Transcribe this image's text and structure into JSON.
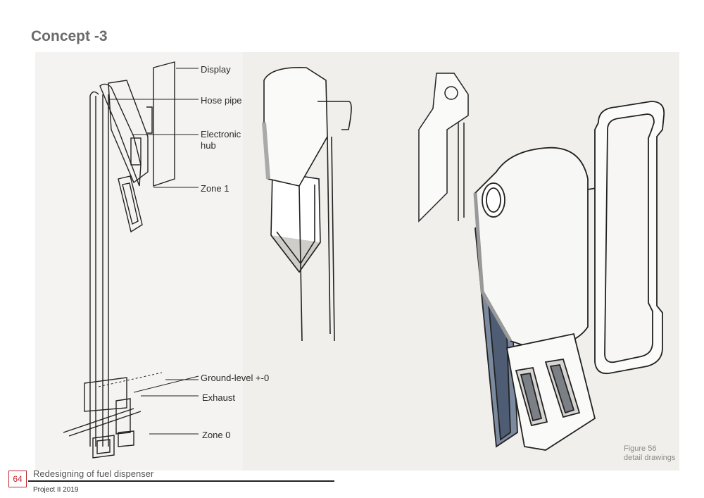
{
  "page": {
    "title": "Concept -3",
    "page_number": "64",
    "doc_title": "Redesigning of fuel dispenser",
    "project": "Project II 2019"
  },
  "callouts": {
    "display": "Display",
    "hose_pipe": "Hose pipe",
    "electronic_hub": "Electronic\nhub",
    "zone1": "Zone 1",
    "ground_level": "Ground-level +-0",
    "exhaust": "Exhaust",
    "zone0": "Zone 0"
  },
  "figure": {
    "caption_line1": "Figure 56",
    "caption_line2": "detail drawings"
  },
  "colors": {
    "title": "#6a6a6a",
    "page_number": "#c0262e",
    "ink": "#222222",
    "marker_blue": "#6f7f96",
    "marker_grey": "#b8b6b2"
  }
}
